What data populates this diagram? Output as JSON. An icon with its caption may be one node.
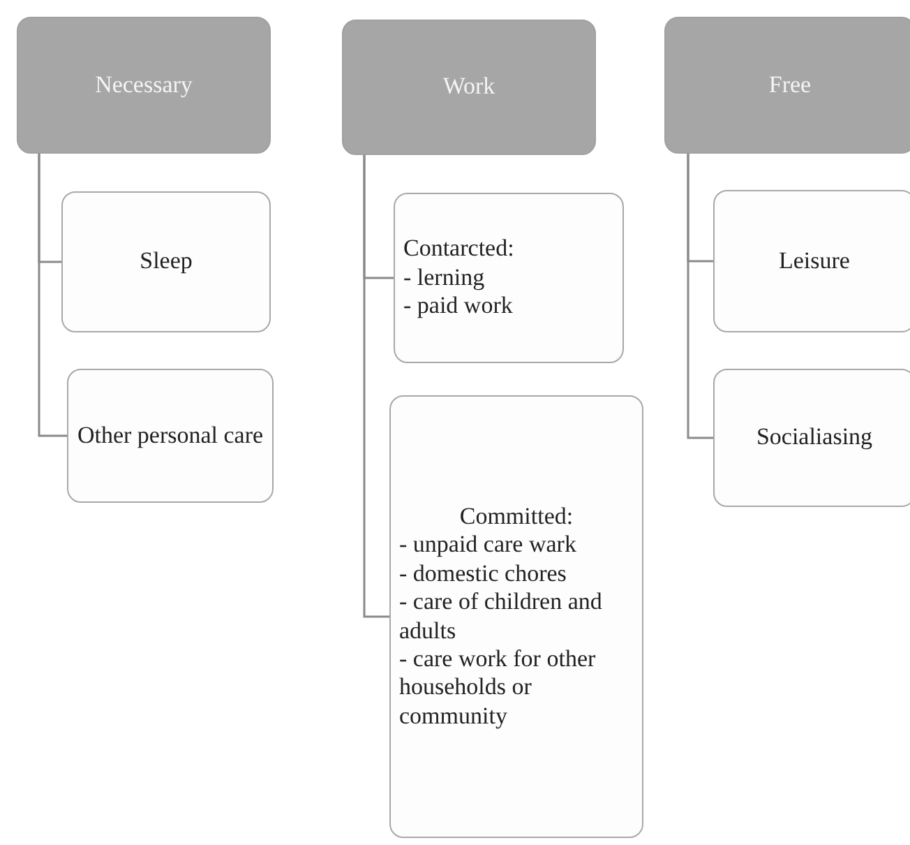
{
  "diagram": {
    "nodes": [
      {
        "text": [
          "Necessary"
        ]
      },
      {
        "text": [
          "Sleep"
        ]
      },
      {
        "text": [
          "Other personal care"
        ]
      },
      {
        "text": [
          "Work"
        ]
      },
      {
        "text": [
          "Contarcted:",
          "- lerning",
          "- paid work"
        ]
      },
      {
        "text": [
          "Committed:",
          "- unpaid care wark",
          "- domestic chores",
          "- care of children and adults",
          "- care work for other households or community"
        ]
      },
      {
        "text": [
          "Free"
        ]
      },
      {
        "text": [
          "Leisure"
        ]
      },
      {
        "text": [
          "Socialiasing"
        ]
      }
    ],
    "edges": [
      {
        "from": 0,
        "to": 1,
        "arrow": "none"
      },
      {
        "from": 0,
        "to": 2,
        "arrow": "none"
      },
      {
        "from": 3,
        "to": 4,
        "arrow": "none"
      },
      {
        "from": 3,
        "to": 5,
        "arrow": "none"
      },
      {
        "from": 6,
        "to": 7,
        "arrow": "none"
      },
      {
        "from": 6,
        "to": 8,
        "arrow": "none"
      }
    ]
  }
}
